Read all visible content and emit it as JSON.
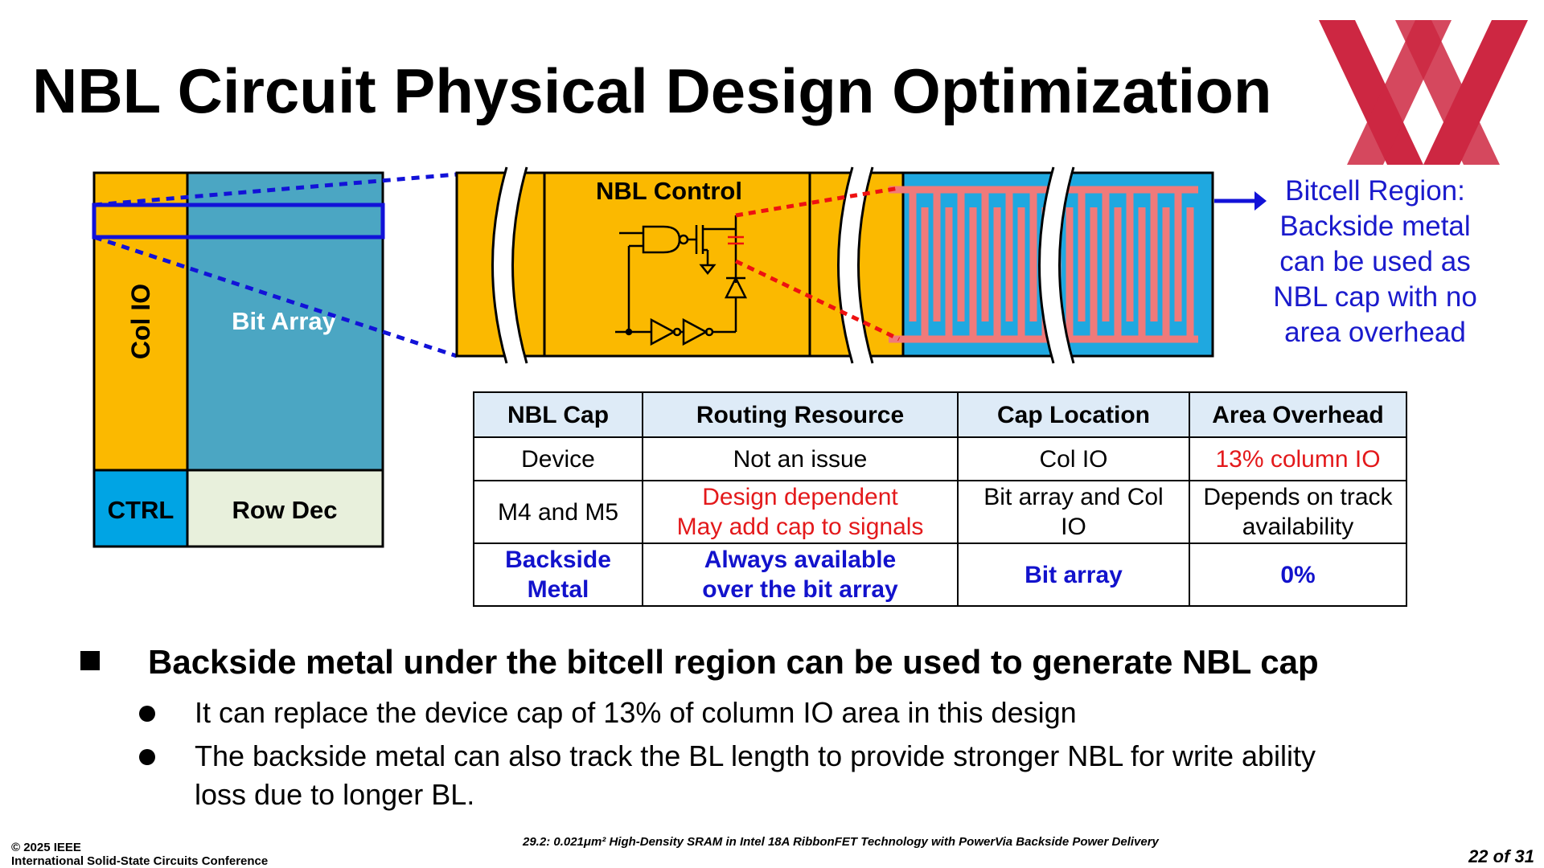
{
  "slide": {
    "title": "NBL Circuit Physical Design Optimization"
  },
  "logo": {
    "icon": "xx-conference-logo",
    "color": "#c8102e"
  },
  "diagram": {
    "left_block": {
      "col_io": "Col IO",
      "bit_array": "Bit Array",
      "ctrl": "CTRL",
      "row_dec": "Row Dec"
    },
    "zoom": {
      "nbl_control": "NBL Control"
    },
    "bitcell_note": {
      "lines": [
        "Bitcell Region:",
        "Backside metal",
        "can be used as",
        "NBL cap with no",
        "area overhead"
      ]
    },
    "colors": {
      "col_io": "#fbb900",
      "bit_array": "#4ba6c3",
      "ctrl": "#00a4e4",
      "row_dec": "#e8f0dc",
      "bitcell_region": "#1fa8e0",
      "comb": "#f07a7a",
      "highlight": "#1212d8",
      "red_dash": "#ee1111"
    }
  },
  "table": {
    "headers": [
      "NBL Cap",
      "Routing Resource",
      "Cap Location",
      "Area Overhead"
    ],
    "rows": [
      {
        "c1": "Device",
        "c2a": "Not an issue",
        "c2b": "",
        "c3": "Col IO",
        "c4": "13% column IO"
      },
      {
        "c1": "M4 and M5",
        "c2a": "Design dependent",
        "c2b": "May add cap to signals",
        "c3a": "Bit array and Col",
        "c3b": "IO",
        "c4a": "Depends on track",
        "c4b": "availability"
      },
      {
        "c1a": "Backside",
        "c1b": "Metal",
        "c2a": "Always available",
        "c2b": "over the bit array",
        "c3": "Bit array",
        "c4": "0%"
      }
    ]
  },
  "bullets": {
    "main": "Backside metal under the bitcell region can be used to generate NBL cap",
    "sub1": "It can replace the device cap of 13% of column IO area in this design",
    "sub2a": "The backside metal can also track the BL length to provide stronger NBL for write ability",
    "sub2b": "loss due to longer BL."
  },
  "footer": {
    "copyright": "© 2025 IEEE",
    "conference": "International Solid-State Circuits Conference",
    "paper": "29.2: 0.021μm² High-Density SRAM in Intel 18A RibbonFET Technology with PowerVia Backside Power Delivery",
    "page": "22 of 31"
  }
}
